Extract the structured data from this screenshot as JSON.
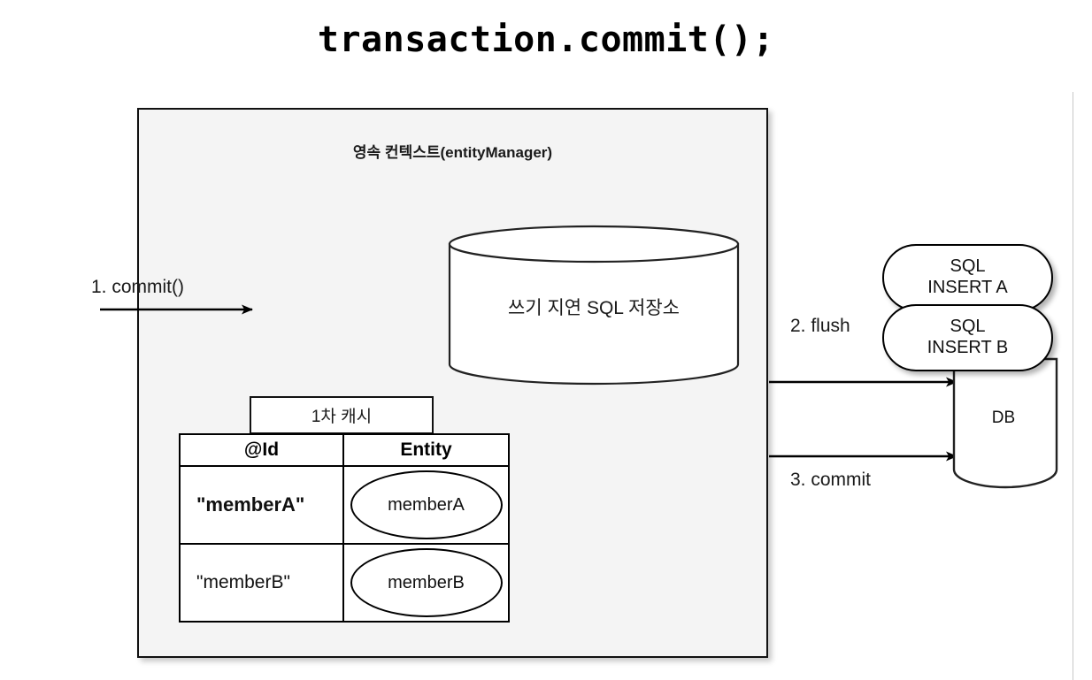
{
  "title": "transaction.commit();",
  "persistence_context": {
    "label": "영속 컨텍스트(entityManager)"
  },
  "write_behind_store": {
    "label": "쓰기 지연 SQL 저장소"
  },
  "first_level_cache": {
    "tab_label": "1차 캐시",
    "columns": [
      "@Id",
      "Entity"
    ],
    "rows": [
      {
        "id": "\"memberA\"",
        "entity": "memberA"
      },
      {
        "id": "\"memberB\"",
        "entity": "memberB"
      }
    ]
  },
  "flow_labels": {
    "step1": "1. commit()",
    "step2": "2. flush",
    "step3": "3. commit"
  },
  "sql_statements": [
    {
      "line1": "SQL",
      "line2": "INSERT A"
    },
    {
      "line1": "SQL",
      "line2": "INSERT B"
    }
  ],
  "database": {
    "label": "DB"
  },
  "colors": {
    "context_fill": "#f4f4f4",
    "stroke": "#000000",
    "page_background": "#ffffff",
    "rule": "#c8c8c8"
  }
}
